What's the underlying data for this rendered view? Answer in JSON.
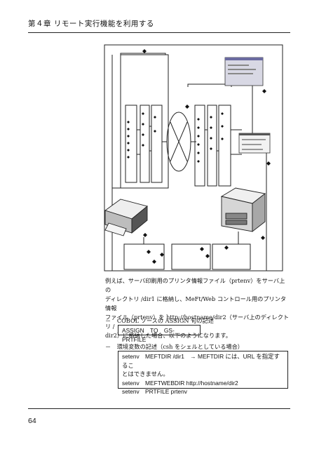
{
  "header": {
    "title": "第４章 リモート実行機能を利用する"
  },
  "figure": {
    "description_none": ""
  },
  "body": {
    "paragraph_lines": [
      "例えば、サーバ印刷用のプリンタ情報ファイル（prtenv）をサーバ上の",
      "ディレクトリ /dir1 に格納し、MeFt/Web コントロール用のプリンタ情報",
      "ファイル（prtenv）を http://hostname/dir2（サーバ上のディレクトリ /",
      "dir2）に格納した場合、以下のようになります。"
    ],
    "bullet_dash": "－",
    "bullet1": "COBOL ソースの ASSIGN 句の記述",
    "code1": "ASSIGN　TO　GS-PRTFILE",
    "bullet2": "環境変数の記述（csh をシェルとしている場合）",
    "code2_lines": [
      "setenv　MEFTDIR /dir1　→ MEFTDIR には、URL を指定するこ",
      "とはできません。",
      "setenv　MEFTWEBDIR http://hostname/dir2",
      "setenv　PRTFILE prtenv"
    ]
  },
  "footer": {
    "page_number": "64"
  }
}
